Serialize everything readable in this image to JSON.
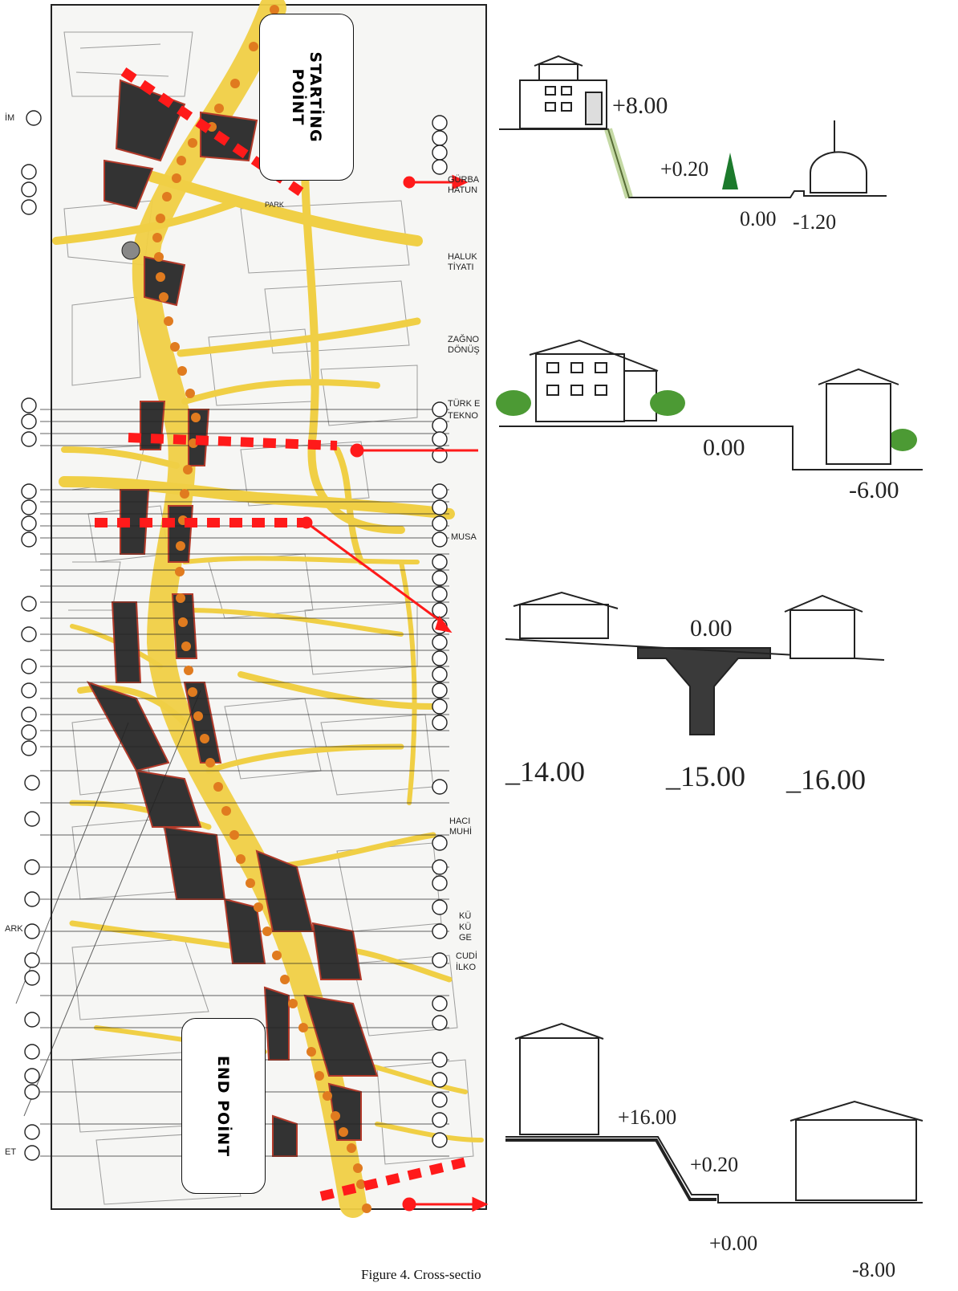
{
  "map": {
    "start_label": "STARTİNG POİNT",
    "end_label": "END POİNT",
    "edge_labels_right": [
      "GÜRBA",
      "HATUN",
      "HALUK",
      "TİYATI",
      "ZAĞNO",
      "DÖNÜŞ",
      "TÜRK E",
      "TEKNO",
      "MUSA",
      "HACI",
      "MUHİ",
      "KÜ",
      "KÜ",
      "GE",
      "CUDİ",
      "İLKO"
    ],
    "edge_labels_left": [
      "İM",
      "ARK",
      "ET"
    ],
    "inner_labels": [
      "PARK"
    ]
  },
  "sections": [
    {
      "levels": [
        "+8.00",
        "+0.20",
        "0.00",
        "-1.20"
      ]
    },
    {
      "levels": [
        "0.00",
        "-6.00"
      ]
    },
    {
      "levels": [
        "0.00",
        "_14.00",
        "_15.00",
        "_16.00"
      ]
    },
    {
      "levels": [
        "+16.00",
        "+0.20",
        "+0.00",
        "-8.00"
      ]
    }
  ],
  "caption": "Figure 4. Cross-sectio",
  "colors": {
    "road": "#f0cf45",
    "building": "#333333",
    "dot": "#e07b1f",
    "marker": "#ff1a1a",
    "section_fill": "#3a3a3a"
  }
}
